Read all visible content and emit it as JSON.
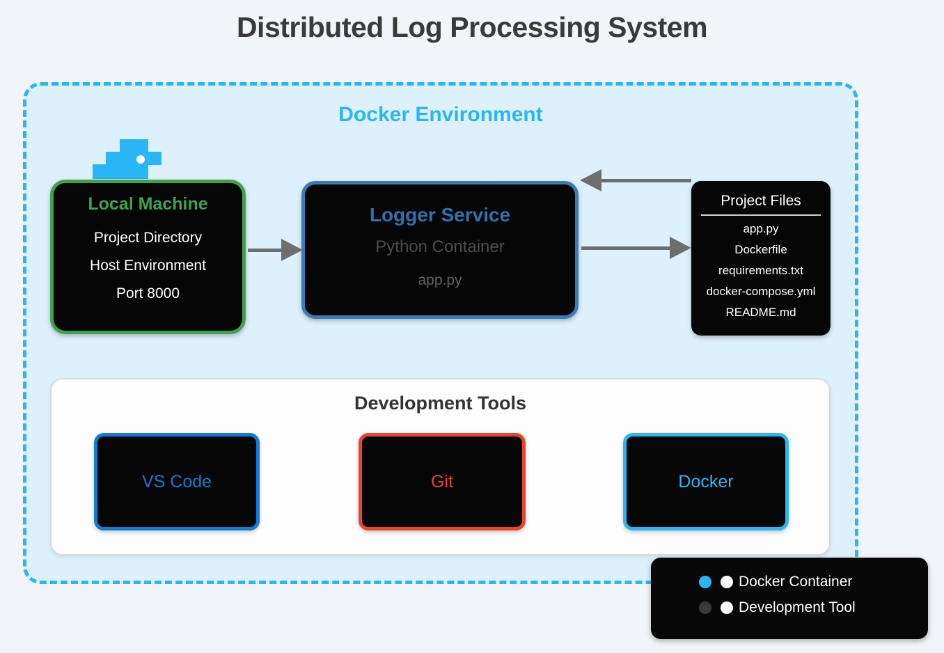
{
  "title": "Distributed Log Processing System",
  "docker_environment": {
    "label": "Docker Environment",
    "border_color": "#29b6f6"
  },
  "nodes": {
    "local_machine": {
      "title": "Local Machine",
      "lines": [
        "Project Directory",
        "Host Environment",
        "Port 8000"
      ],
      "accent_color": "#3fa24c"
    },
    "logger_service": {
      "title": "Logger Service",
      "subtitle": "Python Container",
      "detail": "app.py",
      "accent_color": "#2f72ad"
    },
    "project_files": {
      "title": "Project Files",
      "files": [
        "app.py",
        "Dockerfile",
        "requirements.txt",
        "docker-compose.yml",
        "README.md"
      ]
    }
  },
  "dev_tools": {
    "title": "Development Tools",
    "tools": [
      {
        "label": "VS Code",
        "color": "#0f7cd6"
      },
      {
        "label": "Git",
        "color": "#e8452a"
      },
      {
        "label": "Docker",
        "color": "#29b6f6"
      }
    ]
  },
  "legend": {
    "items": [
      {
        "label": "Docker Container",
        "color": "#29b6f6"
      },
      {
        "label": "Development Tool",
        "color": "#3a3a3a"
      }
    ]
  },
  "arrow_color": "#6e6e6e"
}
